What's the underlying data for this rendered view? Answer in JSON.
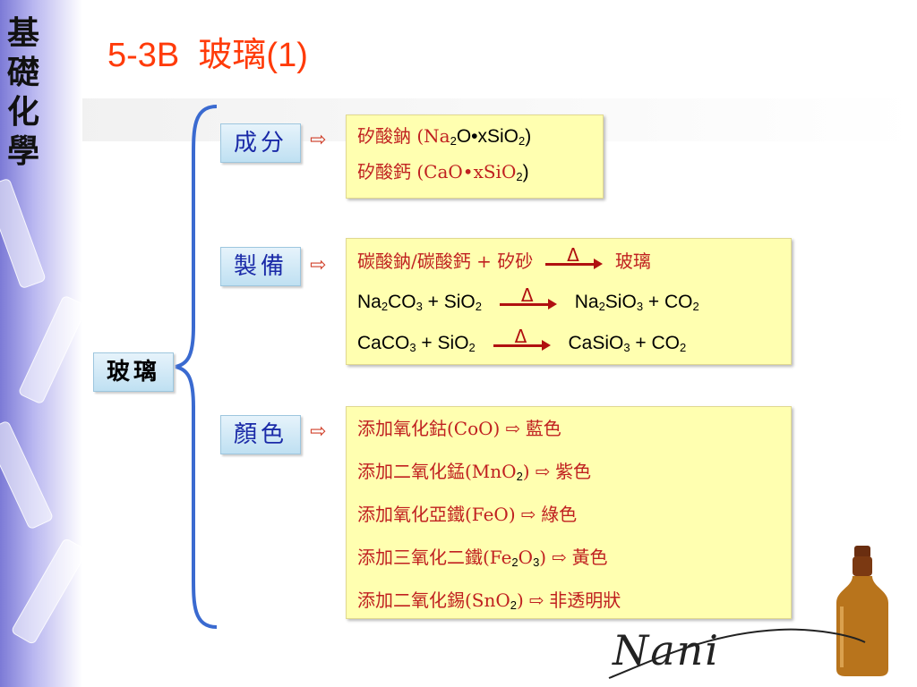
{
  "sidebar": {
    "title_chars": [
      "基",
      "礎",
      "化",
      "學"
    ]
  },
  "slide": {
    "title_prefix": "5-3B",
    "title_cn": "玻璃",
    "title_suffix": "(1)"
  },
  "root": {
    "label": "玻璃"
  },
  "sections": [
    {
      "label": "成分",
      "arrow": "⇨",
      "lines": [
        [
          "矽酸鈉 (Na",
          "2",
          "O•xSiO",
          "2",
          ")"
        ],
        [
          "矽酸鈣 (CaO•xSiO",
          "2",
          ")"
        ]
      ]
    },
    {
      "label": "製備",
      "arrow": "⇨",
      "delta": "Δ",
      "line1_left": "碳酸鈉/碳酸鈣 + 矽砂",
      "line1_right": "玻璃",
      "line2_left": [
        "Na",
        "2",
        "CO",
        "3",
        " + SiO",
        "2"
      ],
      "line2_right": [
        "Na",
        "2",
        "SiO",
        "3",
        " + CO",
        "2"
      ],
      "line3_left": [
        "CaCO",
        "3",
        " + SiO",
        "2"
      ],
      "line3_right": [
        "CaSiO",
        "3",
        " + CO",
        "2"
      ]
    },
    {
      "label": "顏色",
      "arrow": "⇨",
      "lines": [
        {
          "left": "添加氧化鈷(CoO)",
          "right": "藍色"
        },
        {
          "left": "添加二氧化錳(MnO",
          "sub": "2",
          "left2": ")",
          "right": "紫色"
        },
        {
          "left": "添加氧化亞鐵(FeO)",
          "right": "綠色"
        },
        {
          "left": "添加三氧化二鐵(Fe",
          "sub": "2",
          "left2": "O",
          "sub2": "3",
          "left3": ")",
          "right": "黃色"
        },
        {
          "left": "添加二氧化錫(SnO",
          "sub": "2",
          "left2": ")",
          "right": "非透明狀"
        }
      ]
    }
  ],
  "colors": {
    "title": "#ff3b0a",
    "label_text": "#1a2aa8",
    "content_bg": "#ffffb0",
    "heat_arrow": "#b01010"
  },
  "icons": {
    "bottle": "amber-bottle-icon",
    "signature": "nani-logo"
  },
  "signature_text": "Nani"
}
